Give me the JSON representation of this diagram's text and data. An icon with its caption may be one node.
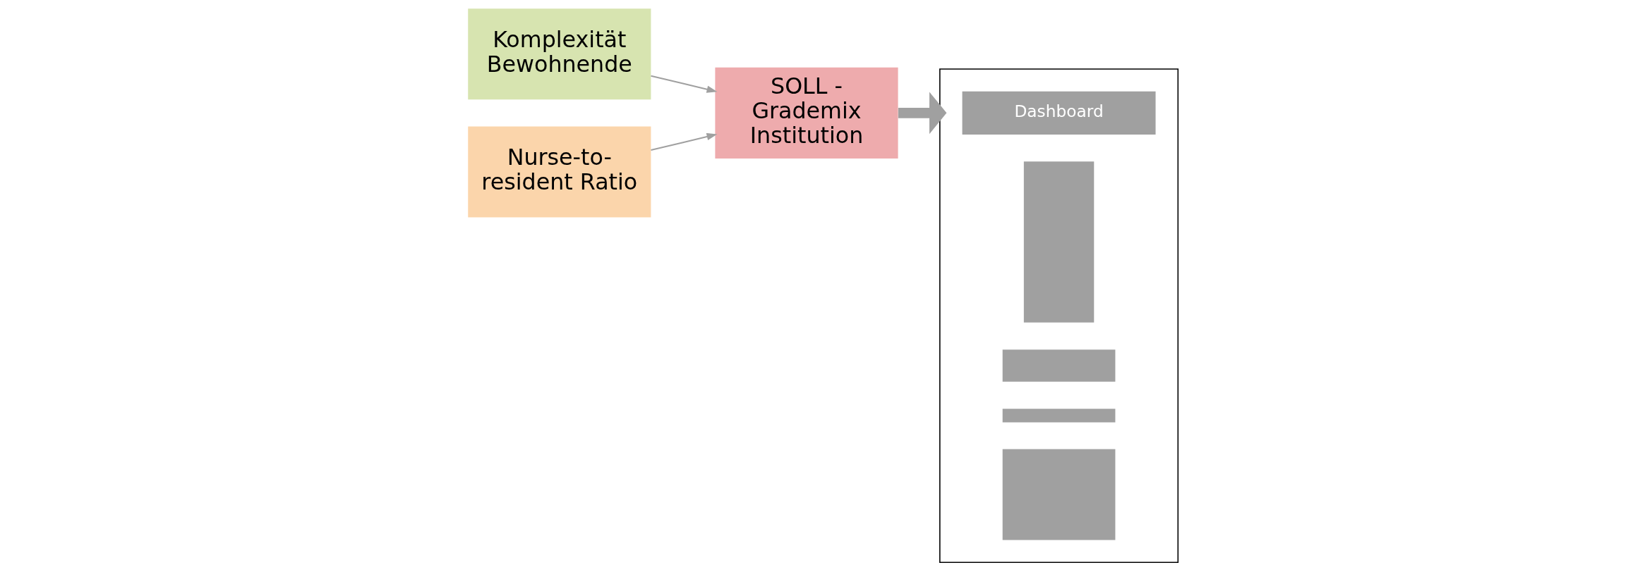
{
  "diagram": {
    "nodes": [
      {
        "text": [
          "Komplexität Bewohnende"
        ]
      },
      {
        "text": [
          "Nurse-to-resident Ratio"
        ]
      },
      {
        "text": [
          "SOLL - Grademix Institution"
        ]
      },
      {
        "text": [],
        "shape": "box"
      },
      {
        "text": [
          "Dashboard"
        ],
        "in": 3
      },
      {
        "text": [],
        "shape": "box",
        "in": 3
      },
      {
        "text": [],
        "shape": "box",
        "in": 3
      },
      {
        "text": [],
        "shape": "box",
        "in": 3
      },
      {
        "text": [],
        "shape": "box",
        "in": 3
      }
    ],
    "edges": [
      {
        "from": 0,
        "to": 2,
        "arrow": "to"
      },
      {
        "from": 1,
        "to": 2,
        "arrow": "to"
      },
      {
        "from": 2,
        "to": 3,
        "arrow": "to",
        "style": "thick"
      }
    ]
  }
}
